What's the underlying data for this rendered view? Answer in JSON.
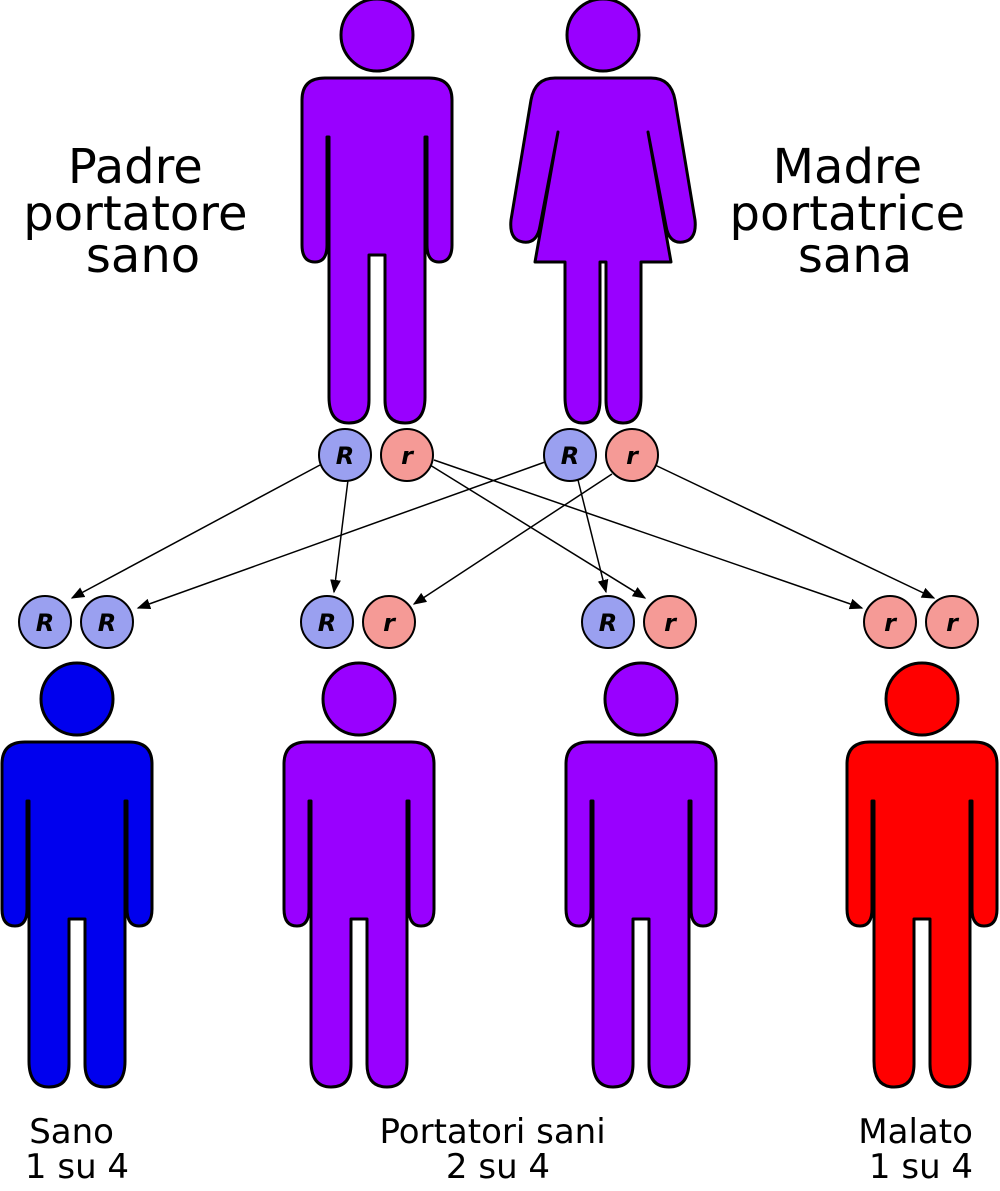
{
  "colors": {
    "carrier": "#9900ff",
    "healthy": "#0000ee",
    "affected": "#ff0000",
    "dominant_allele": "#9aa0f0",
    "recessive_allele": "#f59a96"
  },
  "parents": {
    "father": {
      "label_lines": [
        "Padre",
        "portatore",
        "sano"
      ],
      "alleles": [
        "R",
        "r"
      ],
      "icon": "male-figure-icon"
    },
    "mother": {
      "label_lines": [
        "Madre",
        "portatrice",
        "sana"
      ],
      "alleles": [
        "R",
        "r"
      ],
      "icon": "female-figure-icon"
    }
  },
  "children": [
    {
      "alleles": [
        "R",
        "R"
      ],
      "status": "healthy"
    },
    {
      "alleles": [
        "R",
        "r"
      ],
      "status": "carrier"
    },
    {
      "alleles": [
        "R",
        "r"
      ],
      "status": "carrier"
    },
    {
      "alleles": [
        "r",
        "r"
      ],
      "status": "affected"
    }
  ],
  "outcomes": [
    {
      "label": "Sano",
      "fraction": "1 su 4"
    },
    {
      "label": "Portatori sani",
      "fraction": "2 su 4"
    },
    {
      "label": "Malato",
      "fraction": "1 su 4"
    }
  ]
}
